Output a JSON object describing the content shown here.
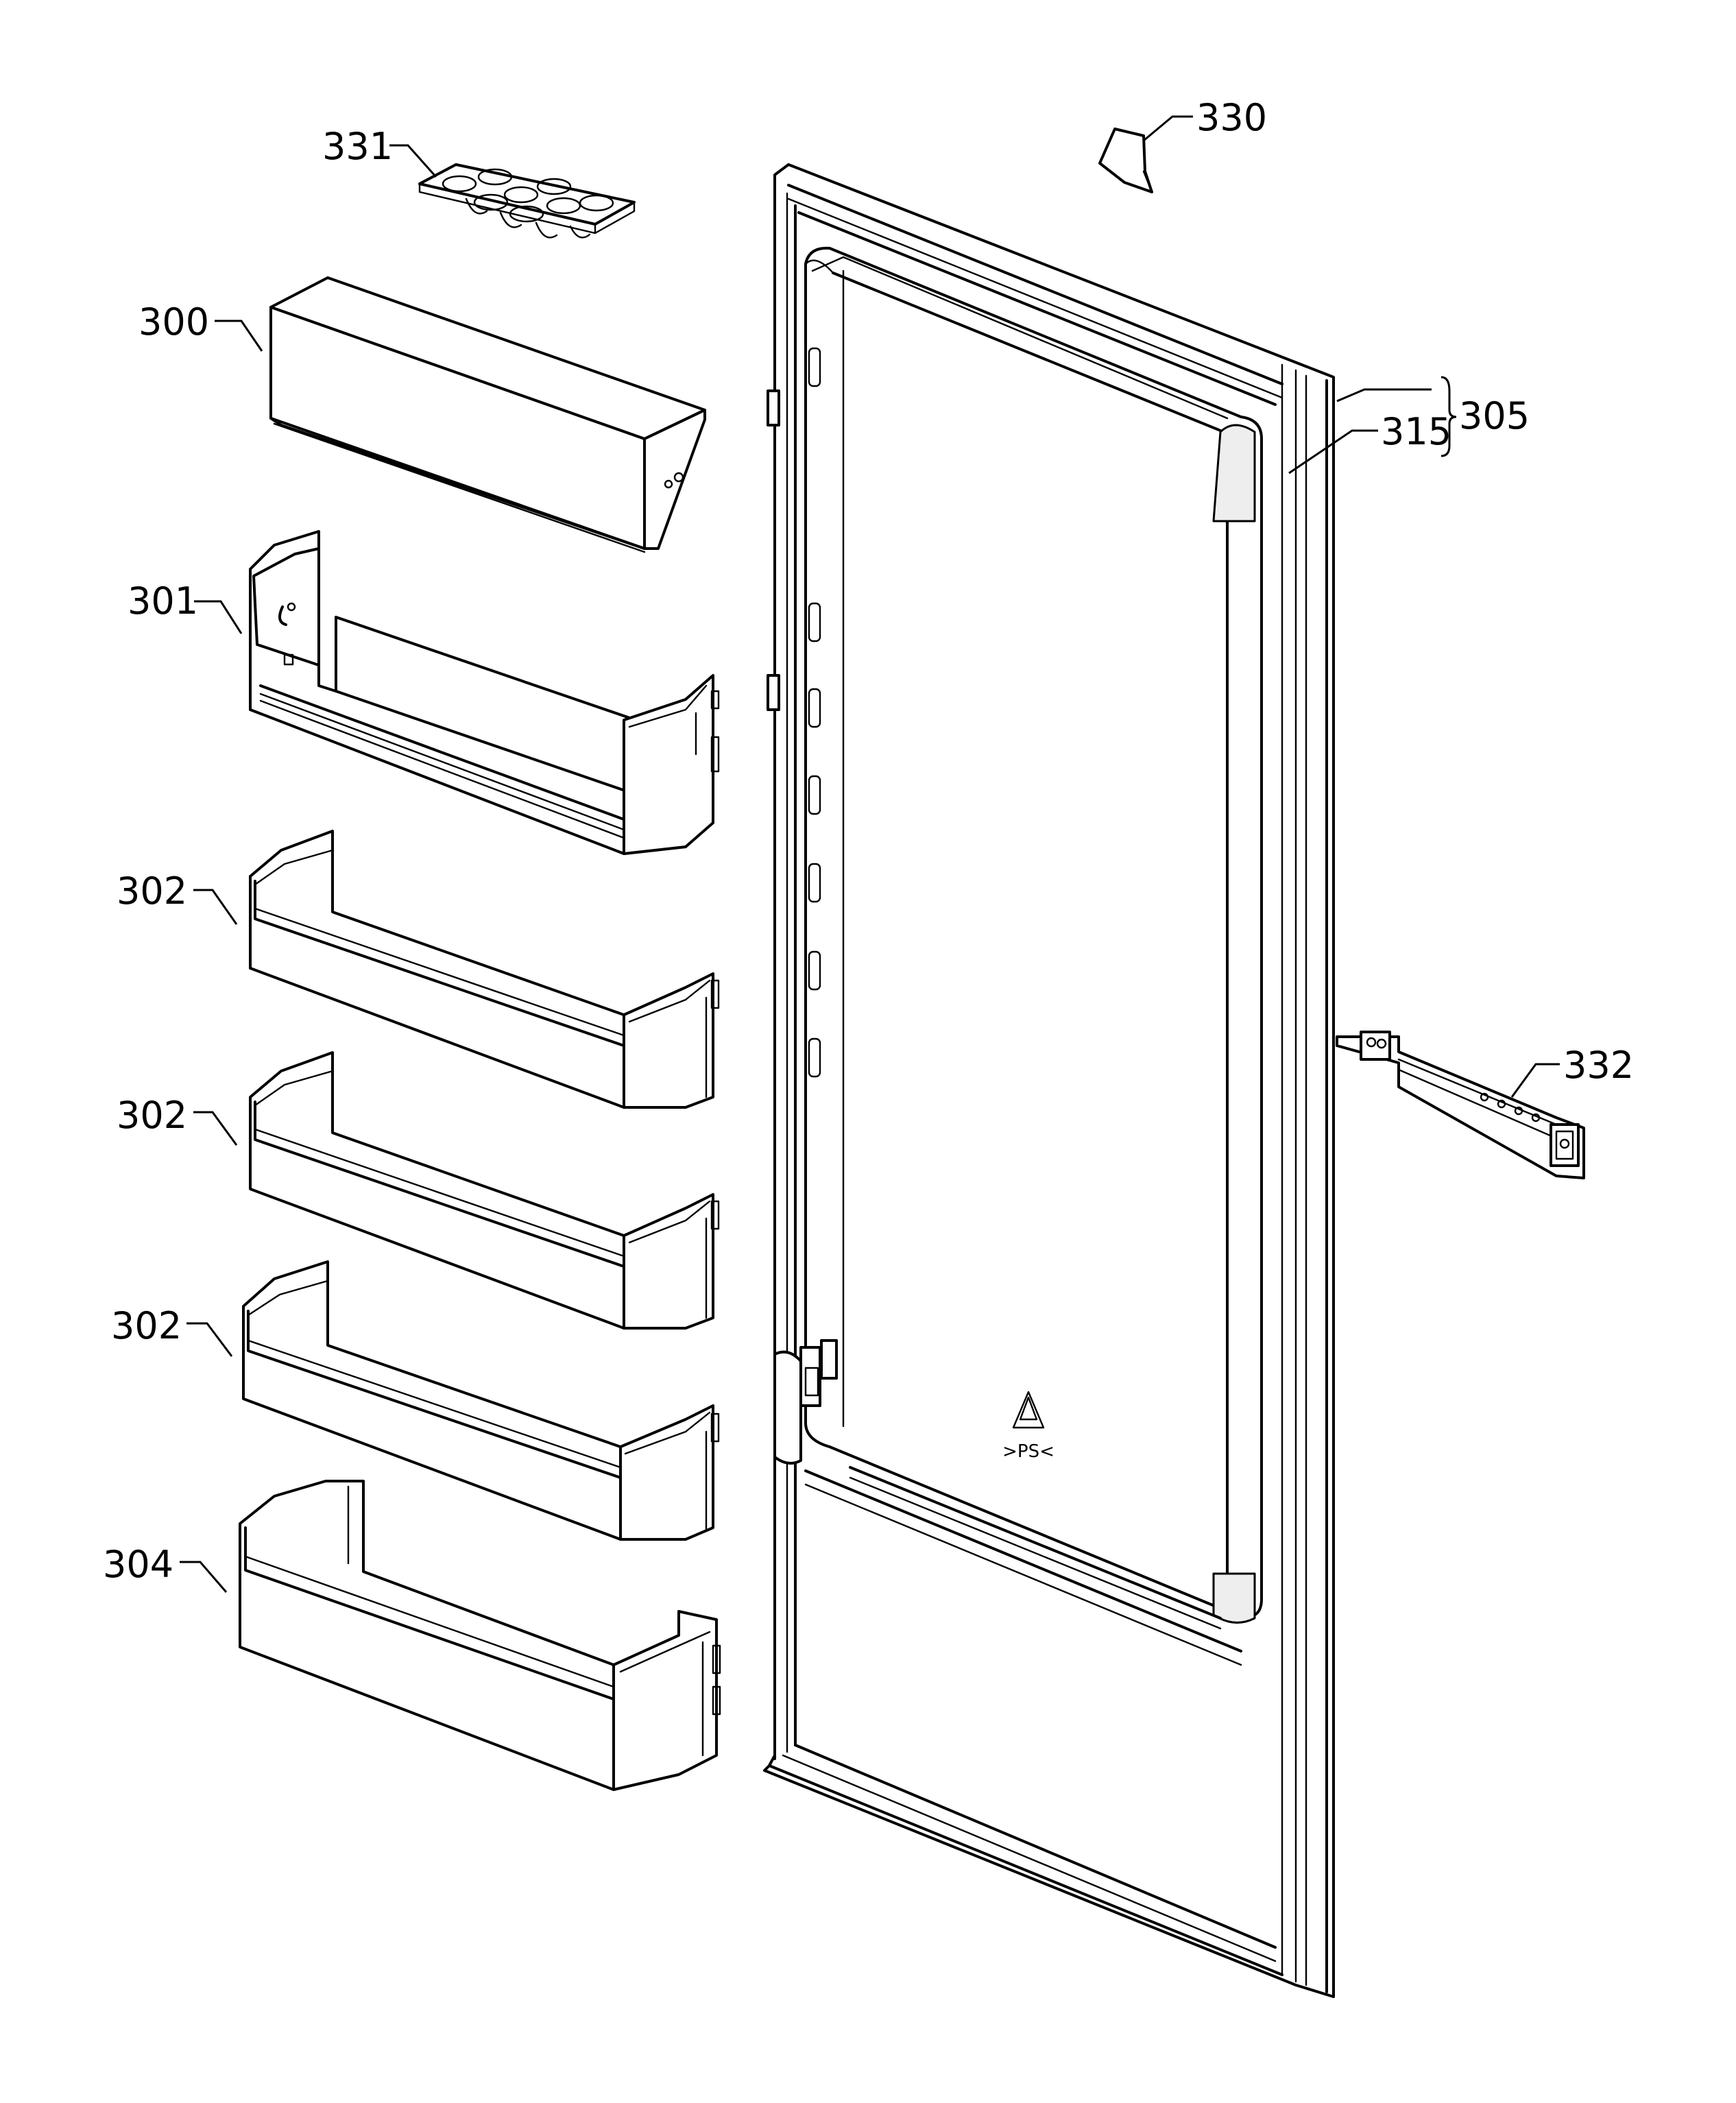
{
  "labels": {
    "p331": "331",
    "p330": "330",
    "p300": "300",
    "p301": "301",
    "p305": "305",
    "p315": "315",
    "p302a": "302",
    "p302b": "302",
    "p302c": "302",
    "p304": "304",
    "p332": "332"
  },
  "recycle_mark": ">PS<"
}
